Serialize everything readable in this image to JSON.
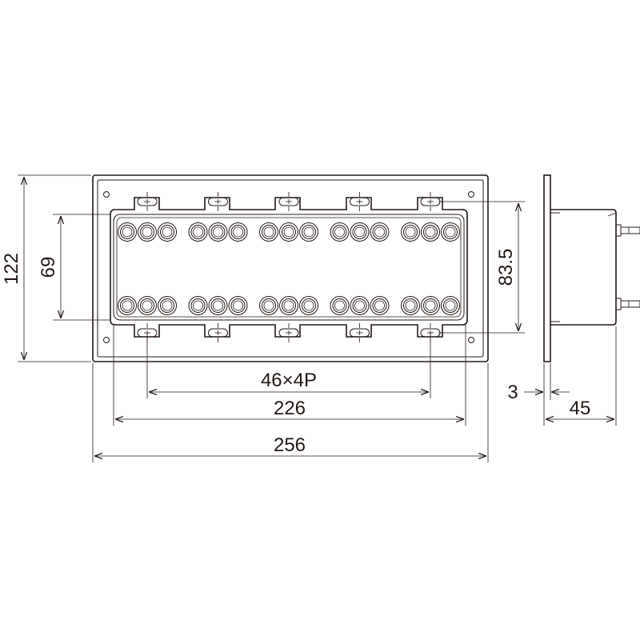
{
  "dimensions": {
    "height_outer": "122",
    "height_inner": "69",
    "height_mount": "83.5",
    "pitch": "46×4P",
    "width_inner": "226",
    "width_outer": "256",
    "plate_thickness": "3",
    "depth": "45"
  },
  "line_color": "#231815",
  "grommet_columns": 5,
  "grommets_per_group": 3
}
